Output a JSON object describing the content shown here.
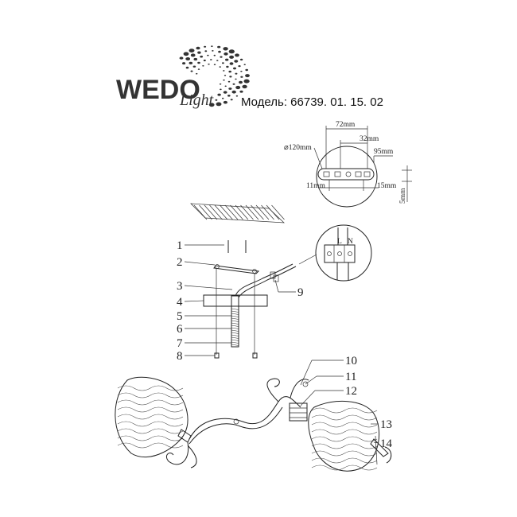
{
  "header": {
    "brand_main": "WEDO",
    "brand_script": "Light",
    "model_text": "Модель: 66739. 01. 15. 02"
  },
  "mount_plate": {
    "diameter": "⌀120mm",
    "dim_72": "72mm",
    "dim_32": "32mm",
    "dim_95": "95mm",
    "dim_11": "11mm",
    "dim_15": "15mm",
    "dim_5": "5mm"
  },
  "terminal_block": {
    "labels": [
      "L",
      "N"
    ]
  },
  "callouts": [
    "1",
    "2",
    "3",
    "4",
    "5",
    "6",
    "7",
    "8",
    "9",
    "10",
    "11",
    "12",
    "13",
    "14"
  ],
  "colors": {
    "ink": "#222222",
    "logo_gray": "#333333",
    "background": "#ffffff"
  }
}
